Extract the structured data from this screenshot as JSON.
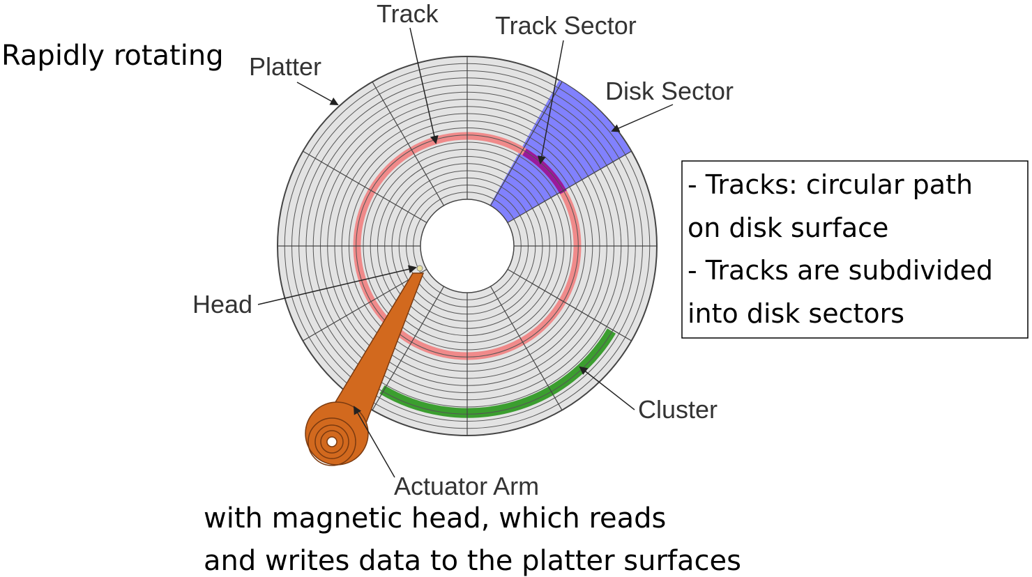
{
  "caption_top": "Rapidly rotating",
  "caption_bottom": [
    "with magnetic head, which reads",
    "and writes data to the platter surfaces"
  ],
  "labels": {
    "track": "Track",
    "track_sector": "Track Sector",
    "platter": "Platter",
    "disk_sector": "Disk Sector",
    "head": "Head",
    "cluster": "Cluster",
    "actuator_arm": "Actuator Arm"
  },
  "info_box": [
    "- Tracks: circular path",
    "on disk surface",
    "- Tracks are subdivided",
    "into disk sectors"
  ],
  "colors": {
    "platter": "#e3e3e3",
    "track": "#f08a8a",
    "disk_sector": "#7b7bff",
    "track_sector": "#9a1a9a",
    "cluster": "#3b9e2f",
    "arm": "#d2691e"
  }
}
